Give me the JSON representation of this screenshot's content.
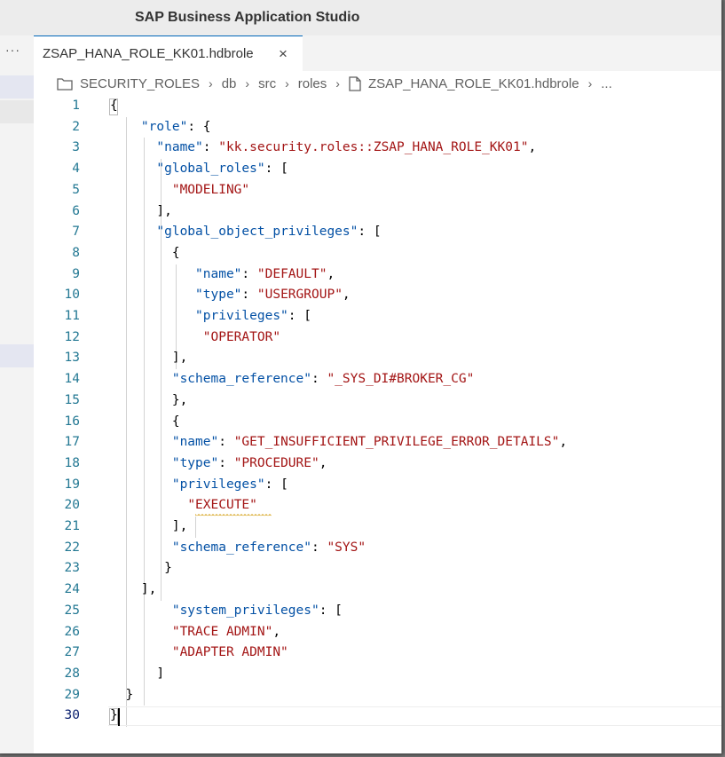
{
  "titlebar": {
    "title": "SAP Business Application Studio"
  },
  "leftstrip": {
    "more_label": "···"
  },
  "tab": {
    "label": "ZSAP_HANA_ROLE_KK01.hdbrole",
    "close_icon": "close-icon",
    "close_glyph": "×"
  },
  "breadcrumb": {
    "items": [
      "SECURITY_ROLES",
      "db",
      "src",
      "roles",
      "ZSAP_HANA_ROLE_KK01.hdbrole",
      "..."
    ],
    "folder_icon": "folder-icon",
    "file_icon": "file-icon",
    "separator": "›"
  },
  "editor": {
    "active_line": 30,
    "warning_line": 20,
    "lines": [
      {
        "n": "1",
        "t": "{"
      },
      {
        "n": "2",
        "t": "    \"role\": {"
      },
      {
        "n": "3",
        "t": "      \"name\": \"kk.security.roles::ZSAP_HANA_ROLE_KK01\","
      },
      {
        "n": "4",
        "t": "      \"global_roles\": ["
      },
      {
        "n": "5",
        "t": "        \"MODELING\""
      },
      {
        "n": "6",
        "t": "      ],"
      },
      {
        "n": "7",
        "t": "      \"global_object_privileges\": ["
      },
      {
        "n": "8",
        "t": "        {"
      },
      {
        "n": "9",
        "t": "           \"name\": \"DEFAULT\","
      },
      {
        "n": "10",
        "t": "           \"type\": \"USERGROUP\","
      },
      {
        "n": "11",
        "t": "           \"privileges\": ["
      },
      {
        "n": "12",
        "t": "            \"OPERATOR\""
      },
      {
        "n": "13",
        "t": "        ],"
      },
      {
        "n": "14",
        "t": "        \"schema_reference\": \"_SYS_DI#BROKER_CG\""
      },
      {
        "n": "15",
        "t": "        },"
      },
      {
        "n": "16",
        "t": "        {"
      },
      {
        "n": "17",
        "t": "        \"name\": \"GET_INSUFFICIENT_PRIVILEGE_ERROR_DETAILS\","
      },
      {
        "n": "18",
        "t": "        \"type\": \"PROCEDURE\","
      },
      {
        "n": "19",
        "t": "        \"privileges\": ["
      },
      {
        "n": "20",
        "t": "          \"EXECUTE\""
      },
      {
        "n": "21",
        "t": "        ],"
      },
      {
        "n": "22",
        "t": "        \"schema_reference\": \"SYS\""
      },
      {
        "n": "23",
        "t": "       }"
      },
      {
        "n": "24",
        "t": "    ],"
      },
      {
        "n": "25",
        "t": "        \"system_privileges\": ["
      },
      {
        "n": "26",
        "t": "        \"TRACE ADMIN\","
      },
      {
        "n": "27",
        "t": "        \"ADAPTER ADMIN\""
      },
      {
        "n": "28",
        "t": "      ]"
      },
      {
        "n": "29",
        "t": "  }"
      },
      {
        "n": "30",
        "t": "}"
      }
    ]
  }
}
